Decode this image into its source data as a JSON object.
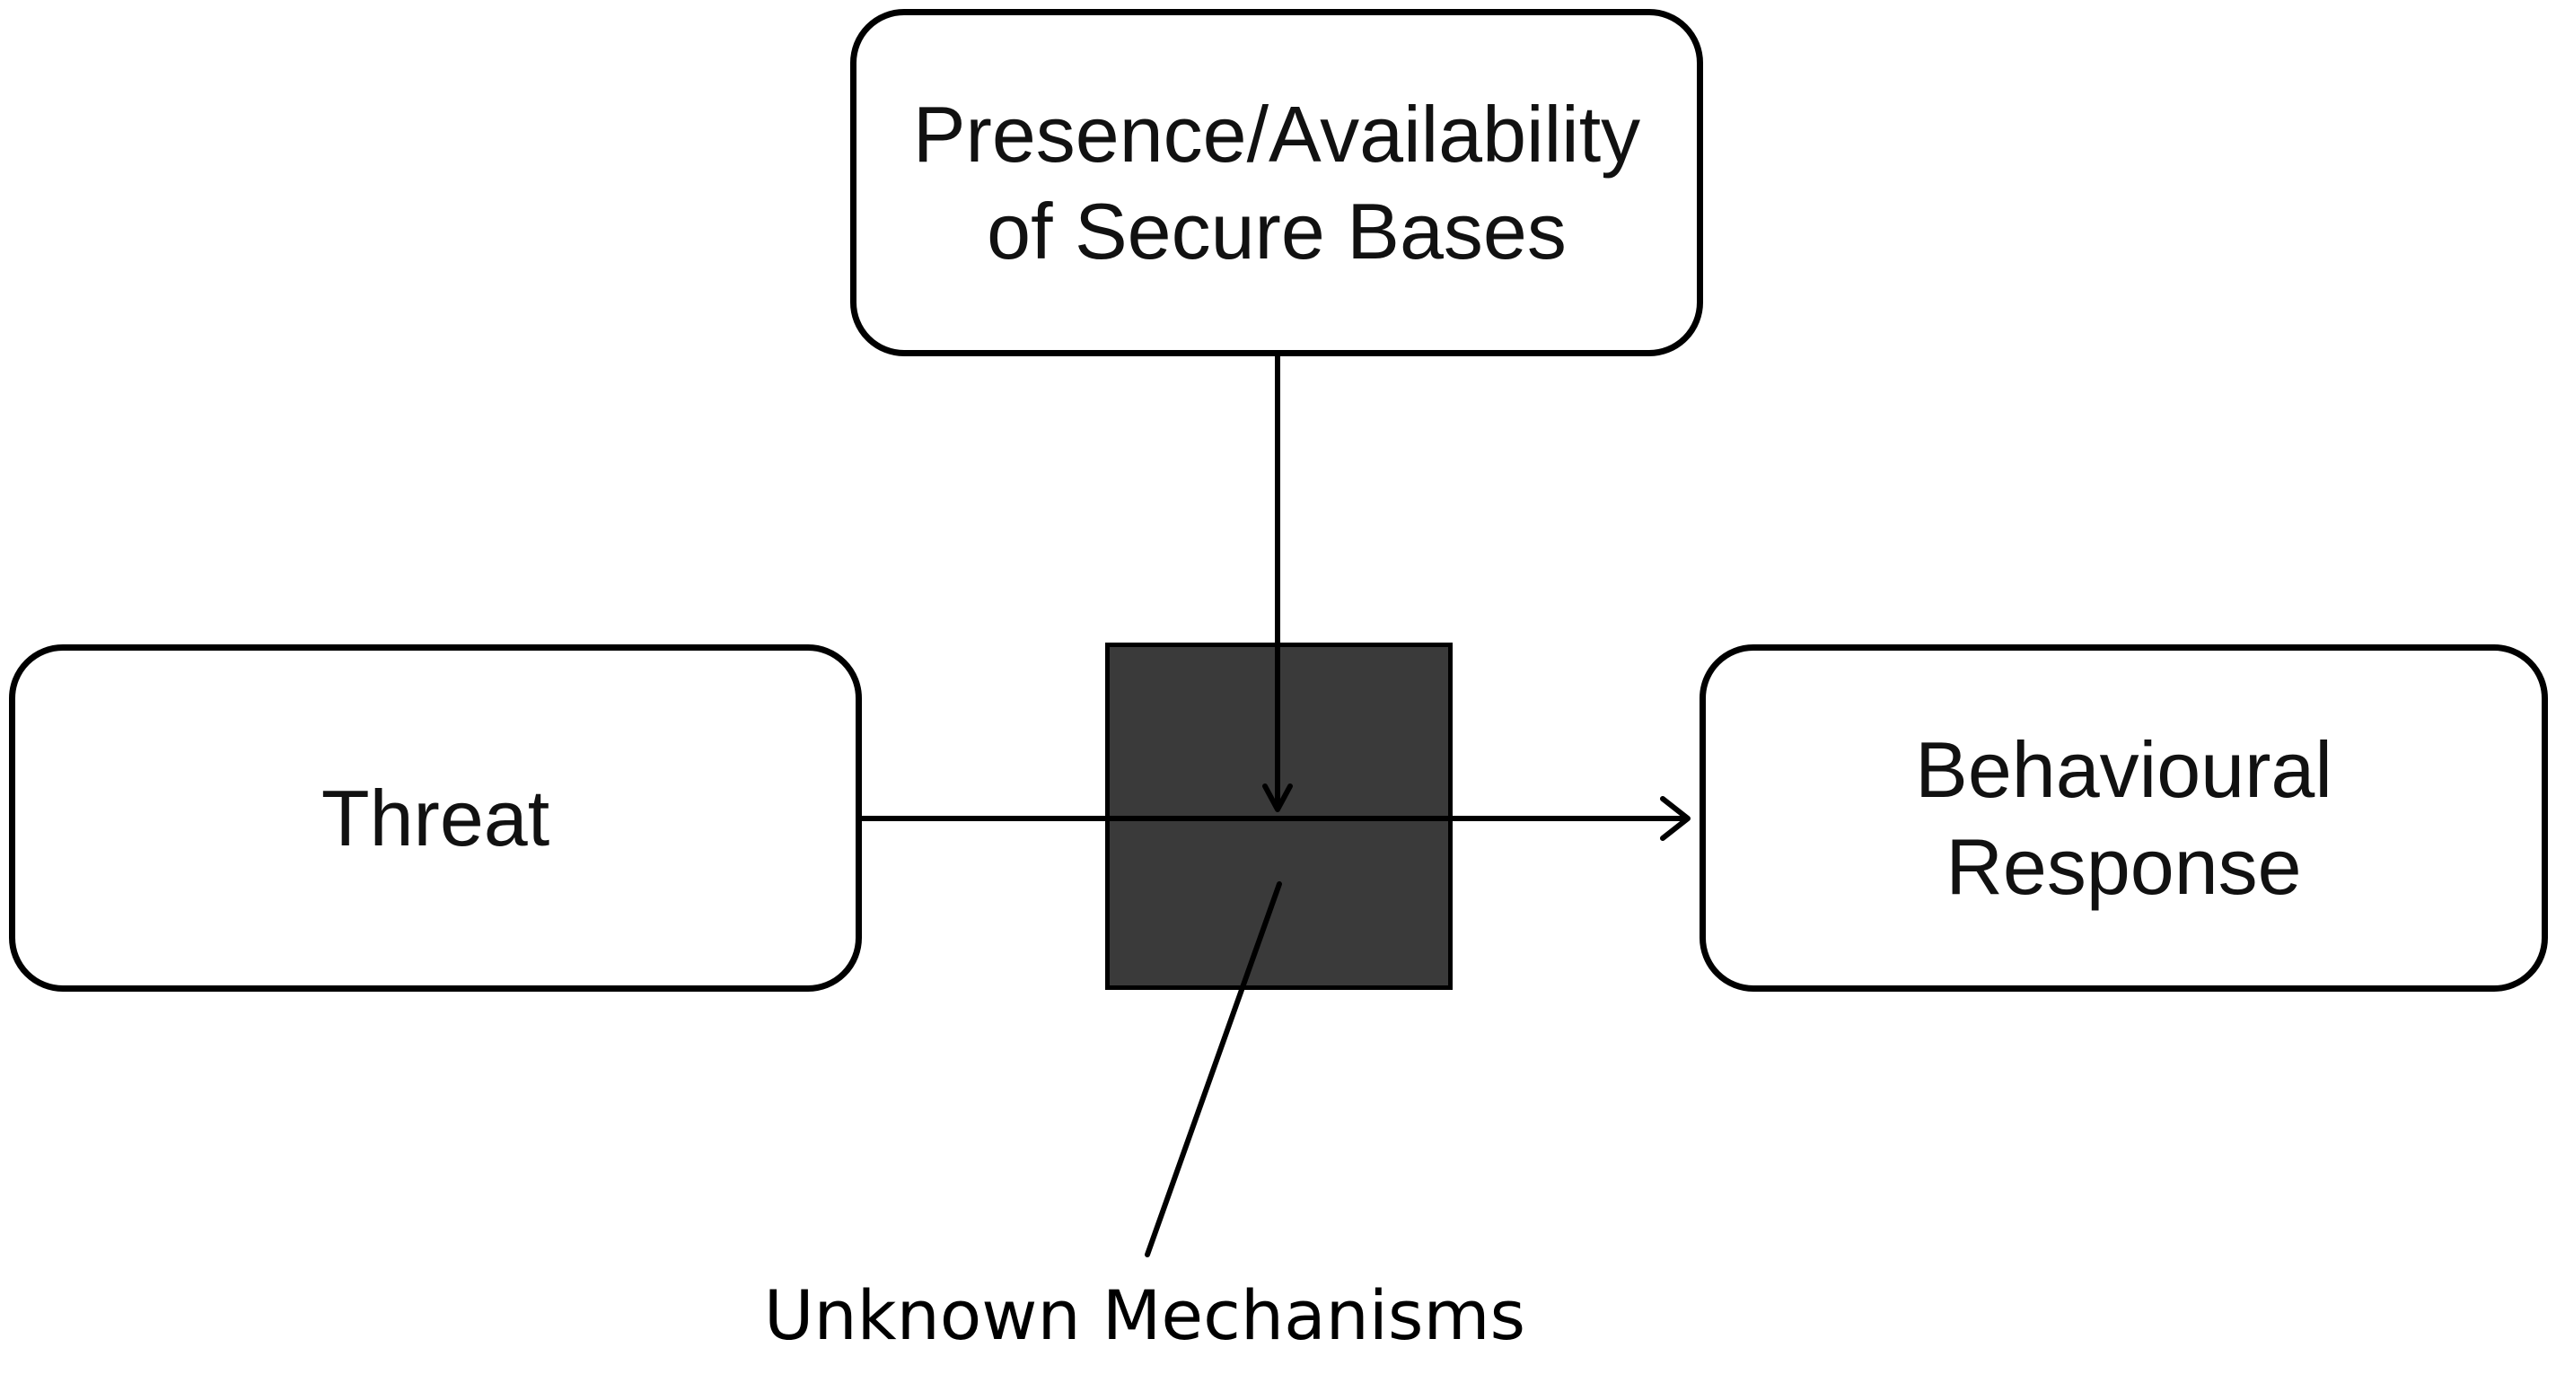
{
  "nodes": {
    "secure_bases": {
      "line1": "Presence/Availability",
      "line2": "of Secure Bases"
    },
    "threat": {
      "label": "Threat"
    },
    "behavioural_response": {
      "line1": "Behavioural",
      "line2": "Response"
    }
  },
  "mechanism": {
    "caption": "Unknown Mechanisms"
  },
  "colors": {
    "stroke": "#000000",
    "node_fill": "#ffffff",
    "mechanism_fill": "#3a3a3a"
  }
}
